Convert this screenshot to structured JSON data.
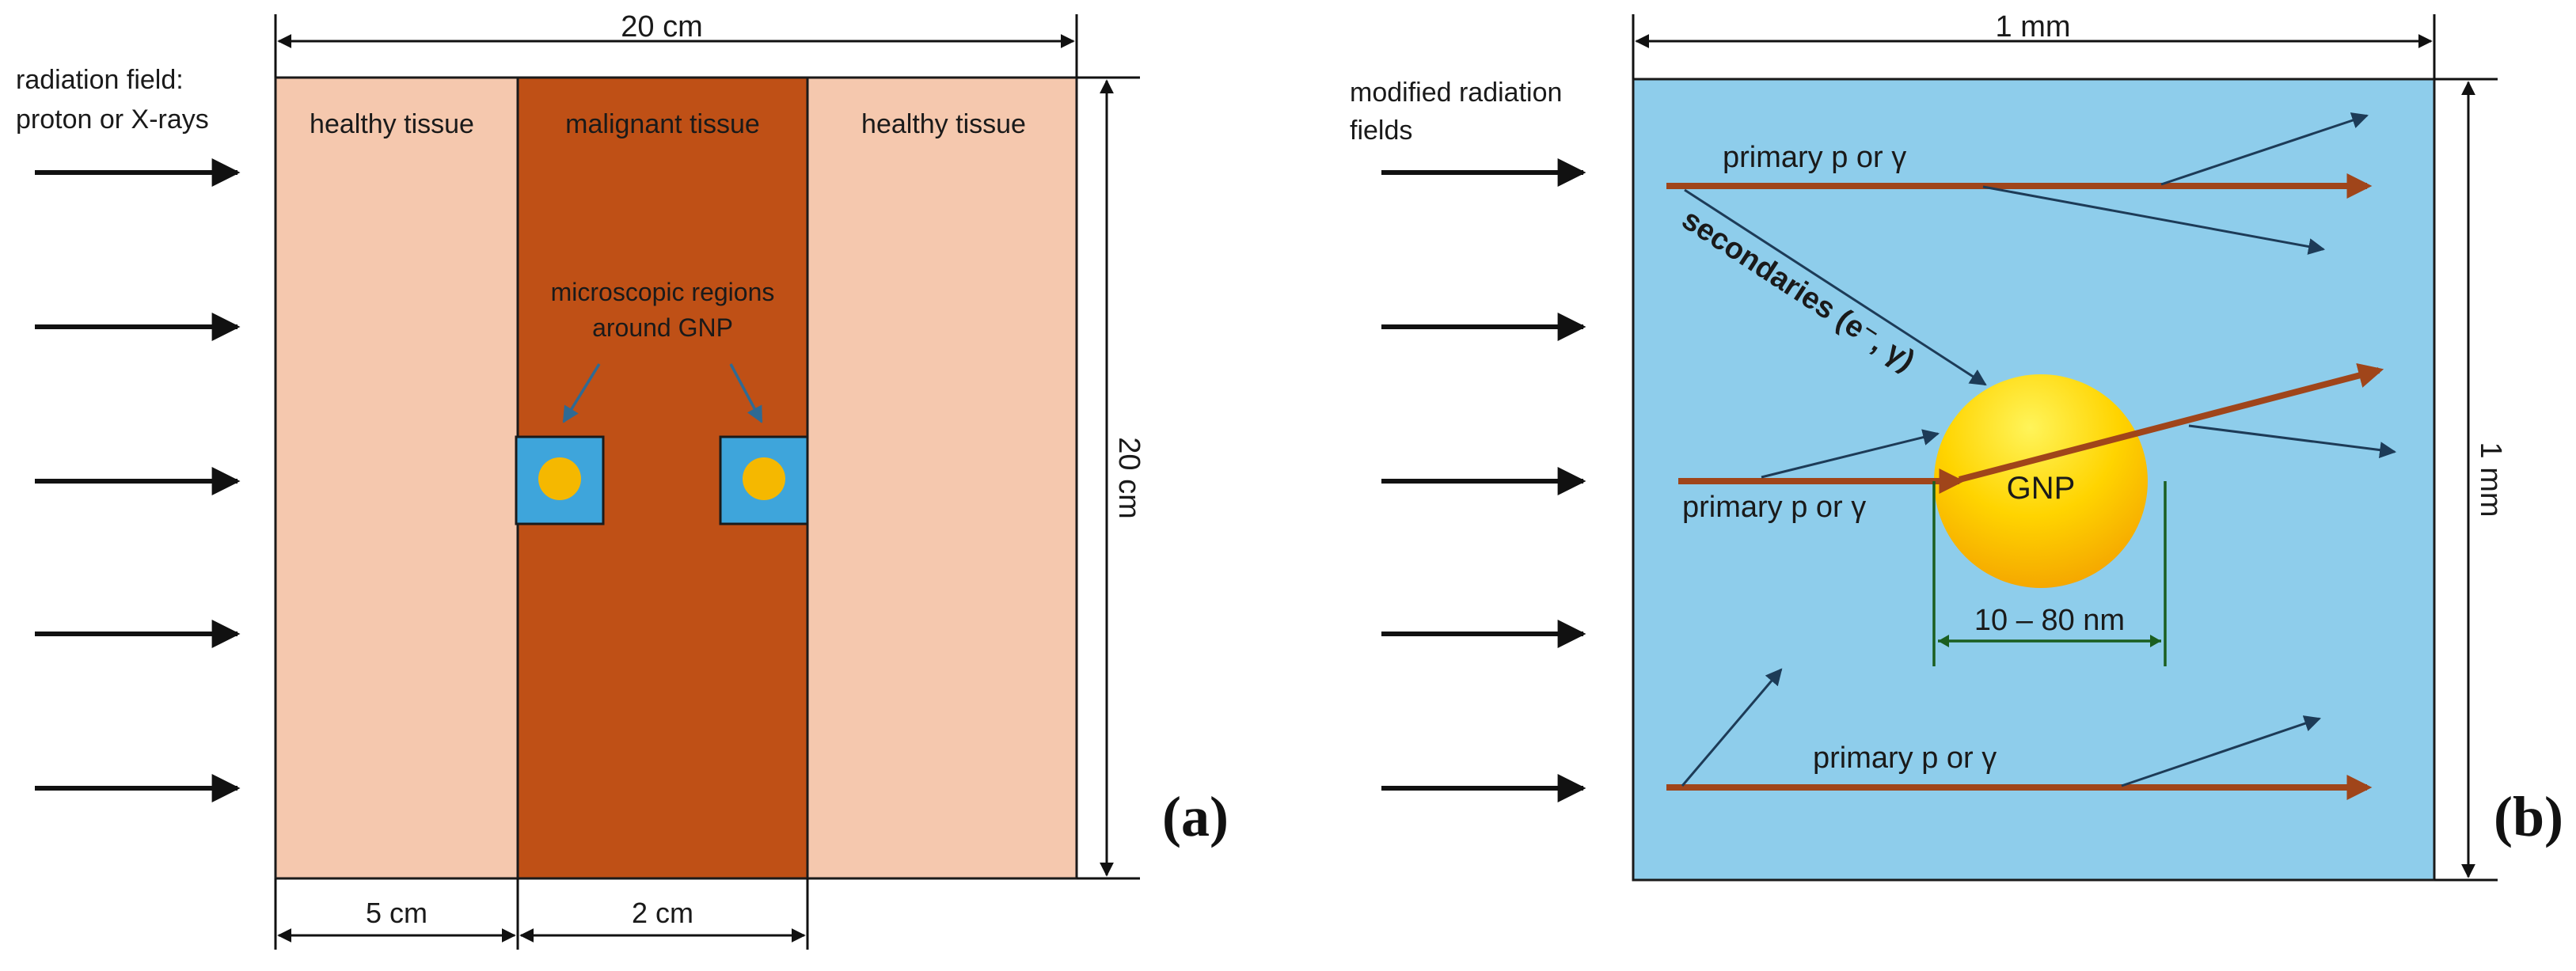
{
  "panel_a": {
    "label": "(a)",
    "top_dimension": "20 cm",
    "side_dimension": "20 cm",
    "bottom_dim_left": "5 cm",
    "bottom_dim_center": "2 cm",
    "field_label_line1": "radiation field:",
    "field_label_line2": "proton or X-rays",
    "region_left": "healthy tissue",
    "region_center": "malignant tissue",
    "region_right": "healthy tissue",
    "micro_label_line1": "microscopic regions",
    "micro_label_line2": "around GNP"
  },
  "panel_b": {
    "label": "(b)",
    "top_dimension": "1 mm",
    "side_dimension": "1 mm",
    "field_label_line1": "modified radiation",
    "field_label_line2": "fields",
    "primary_top": "primary p or γ",
    "primary_mid": "primary p or γ",
    "primary_bottom": "primary p or γ",
    "secondaries": "secondaries (e⁻, γ)",
    "gnp": "GNP",
    "size_range": "10 – 80 nm"
  },
  "colors": {
    "healthy": "#F5C8AE",
    "malignant": "#BF5016",
    "micro_box": "#3EA5DB",
    "gnp_dot": "#F5B800",
    "panel_b_bg": "#8ECDEB",
    "primary_beam": "#A0451A",
    "secondary_arrow": "#1D3B57",
    "scale_bar": "#1B5E20"
  }
}
